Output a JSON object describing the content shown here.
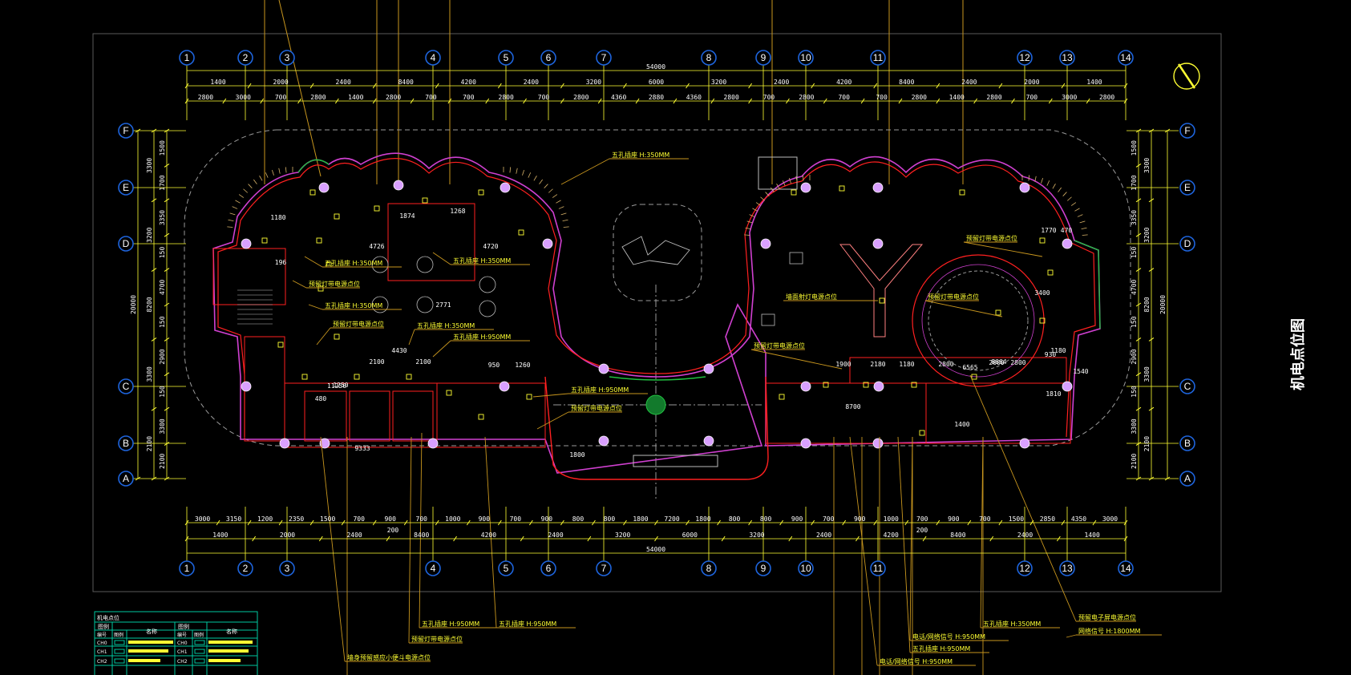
{
  "title": "机电点位图",
  "axes": {
    "columns": [
      "1",
      "2",
      "3",
      "4",
      "5",
      "6",
      "7",
      "8",
      "9",
      "10",
      "11",
      "12",
      "13",
      "14"
    ],
    "rows": [
      "F",
      "E",
      "D",
      "C",
      "B",
      "A"
    ]
  },
  "dims": {
    "top_total": "54000",
    "top_row1": [
      "1400",
      "2000",
      "2400",
      "8400",
      "4200",
      "2400",
      "3200",
      "6000",
      "3200",
      "2400",
      "4200",
      "8400",
      "2400",
      "2000",
      "1400"
    ],
    "top_row2": [
      "2800",
      "3000",
      "700",
      "2800",
      "1400",
      "2800",
      "700",
      "700",
      "2800",
      "700",
      "2800",
      "4360",
      "2880",
      "4360",
      "2800",
      "700",
      "2800",
      "700",
      "700",
      "2800",
      "1400",
      "2800",
      "700",
      "3000",
      "2800"
    ],
    "bottom_row1": [
      "3000",
      "3150",
      "1200",
      "2350",
      "1500",
      "700",
      "900",
      "700",
      "1000",
      "900",
      "700",
      "900",
      "800",
      "800",
      "1800",
      "7200",
      "1800",
      "800",
      "800",
      "900",
      "700",
      "900",
      "1000",
      "700",
      "900",
      "700",
      "1500",
      "2850",
      "4350",
      "3000"
    ],
    "bottom_row2": [
      "1400",
      "2000",
      "2400",
      "8400",
      "4200",
      "2400",
      "3200",
      "6000",
      "3200",
      "2400",
      "4200",
      "8400",
      "2400",
      "1400"
    ],
    "bottom_total": "54000",
    "bottom_extra": [
      "200",
      "200"
    ],
    "left_outer": [
      "3300",
      "3200",
      "8200",
      "3300",
      "2100"
    ],
    "left_inner": [
      "1500",
      "1700",
      "3350",
      "150",
      "4700",
      "150",
      "2900",
      "150",
      "3300",
      "2100"
    ],
    "left_total": "20000",
    "right_outer": [
      "3300",
      "3200",
      "8200",
      "3300",
      "2100"
    ],
    "right_inner": [
      "1500",
      "1700",
      "3350",
      "150",
      "4700",
      "150",
      "2900",
      "150",
      "3300",
      "2100"
    ],
    "right_total": "20000",
    "interior": [
      "1180",
      "196",
      "4726",
      "4720",
      "1874",
      "1268",
      "2771",
      "4430",
      "2100",
      "2100",
      "950",
      "1260",
      "9333",
      "1250",
      "1800",
      "1900",
      "2180",
      "1180",
      "2800",
      "6565",
      "2600",
      "2800",
      "8700",
      "3400",
      "1810",
      "1400",
      "470",
      "1770",
      "930",
      "8664",
      "1540",
      "11250",
      "1180",
      "480"
    ]
  },
  "annotations": {
    "a1": "五孔插座 H:350MM",
    "a2": "五孔插座 H:350MM",
    "a3": "预留灯带电源点位",
    "a4": "五孔插座 H:350MM",
    "a5": "预留灯带电源点位",
    "a6": "五孔插座 H:350MM",
    "a7": "五孔插座 H:950MM",
    "a8": "五孔插座 H:350MM",
    "a9": "五孔插座 H:950MM",
    "a10": "预留灯带电源点位",
    "a11": "预留灯带电源点位",
    "a12": "墙面射灯电源点位",
    "a13": "预留灯带电源点位",
    "a14": "预留灯带电源点位",
    "b1": "五孔插座 H:950MM",
    "b2": "五孔插座 H:950MM",
    "b3": "预留灯带电源点位",
    "b4": "墙身预留感应小便斗电源点位",
    "b5": "五孔插座 H:350MM",
    "b6": "电话/网络信号 H:950MM",
    "b7": "五孔插座 H:950MM",
    "b8": "电话/网络信号 H:950MM",
    "b9": "预留电子屏电源点位",
    "b10": "网络信号 H:1800MM"
  },
  "legend": {
    "title": "机电点位",
    "headers": [
      "图例",
      "名称",
      "图例",
      "名称"
    ],
    "sub_headers": [
      "编号",
      "图例",
      "编号",
      "图例"
    ],
    "codes_left": [
      "CH0",
      "CH1",
      "CH2"
    ],
    "codes_right": [
      "CH0",
      "CH1",
      "CH2"
    ]
  },
  "colors": {
    "background": "#000000",
    "frame": "#5a5a5a",
    "grid": "#ffff33",
    "bubble": "#1e64dc",
    "wall": "#ff2020",
    "wall2": "#d040d0",
    "leader": "#c8961e",
    "text": "#ffffff",
    "note": "#ffff33",
    "legend": "#00c8a0",
    "dashed": "#9a9a9a",
    "symbol": "#d9a0ff"
  }
}
